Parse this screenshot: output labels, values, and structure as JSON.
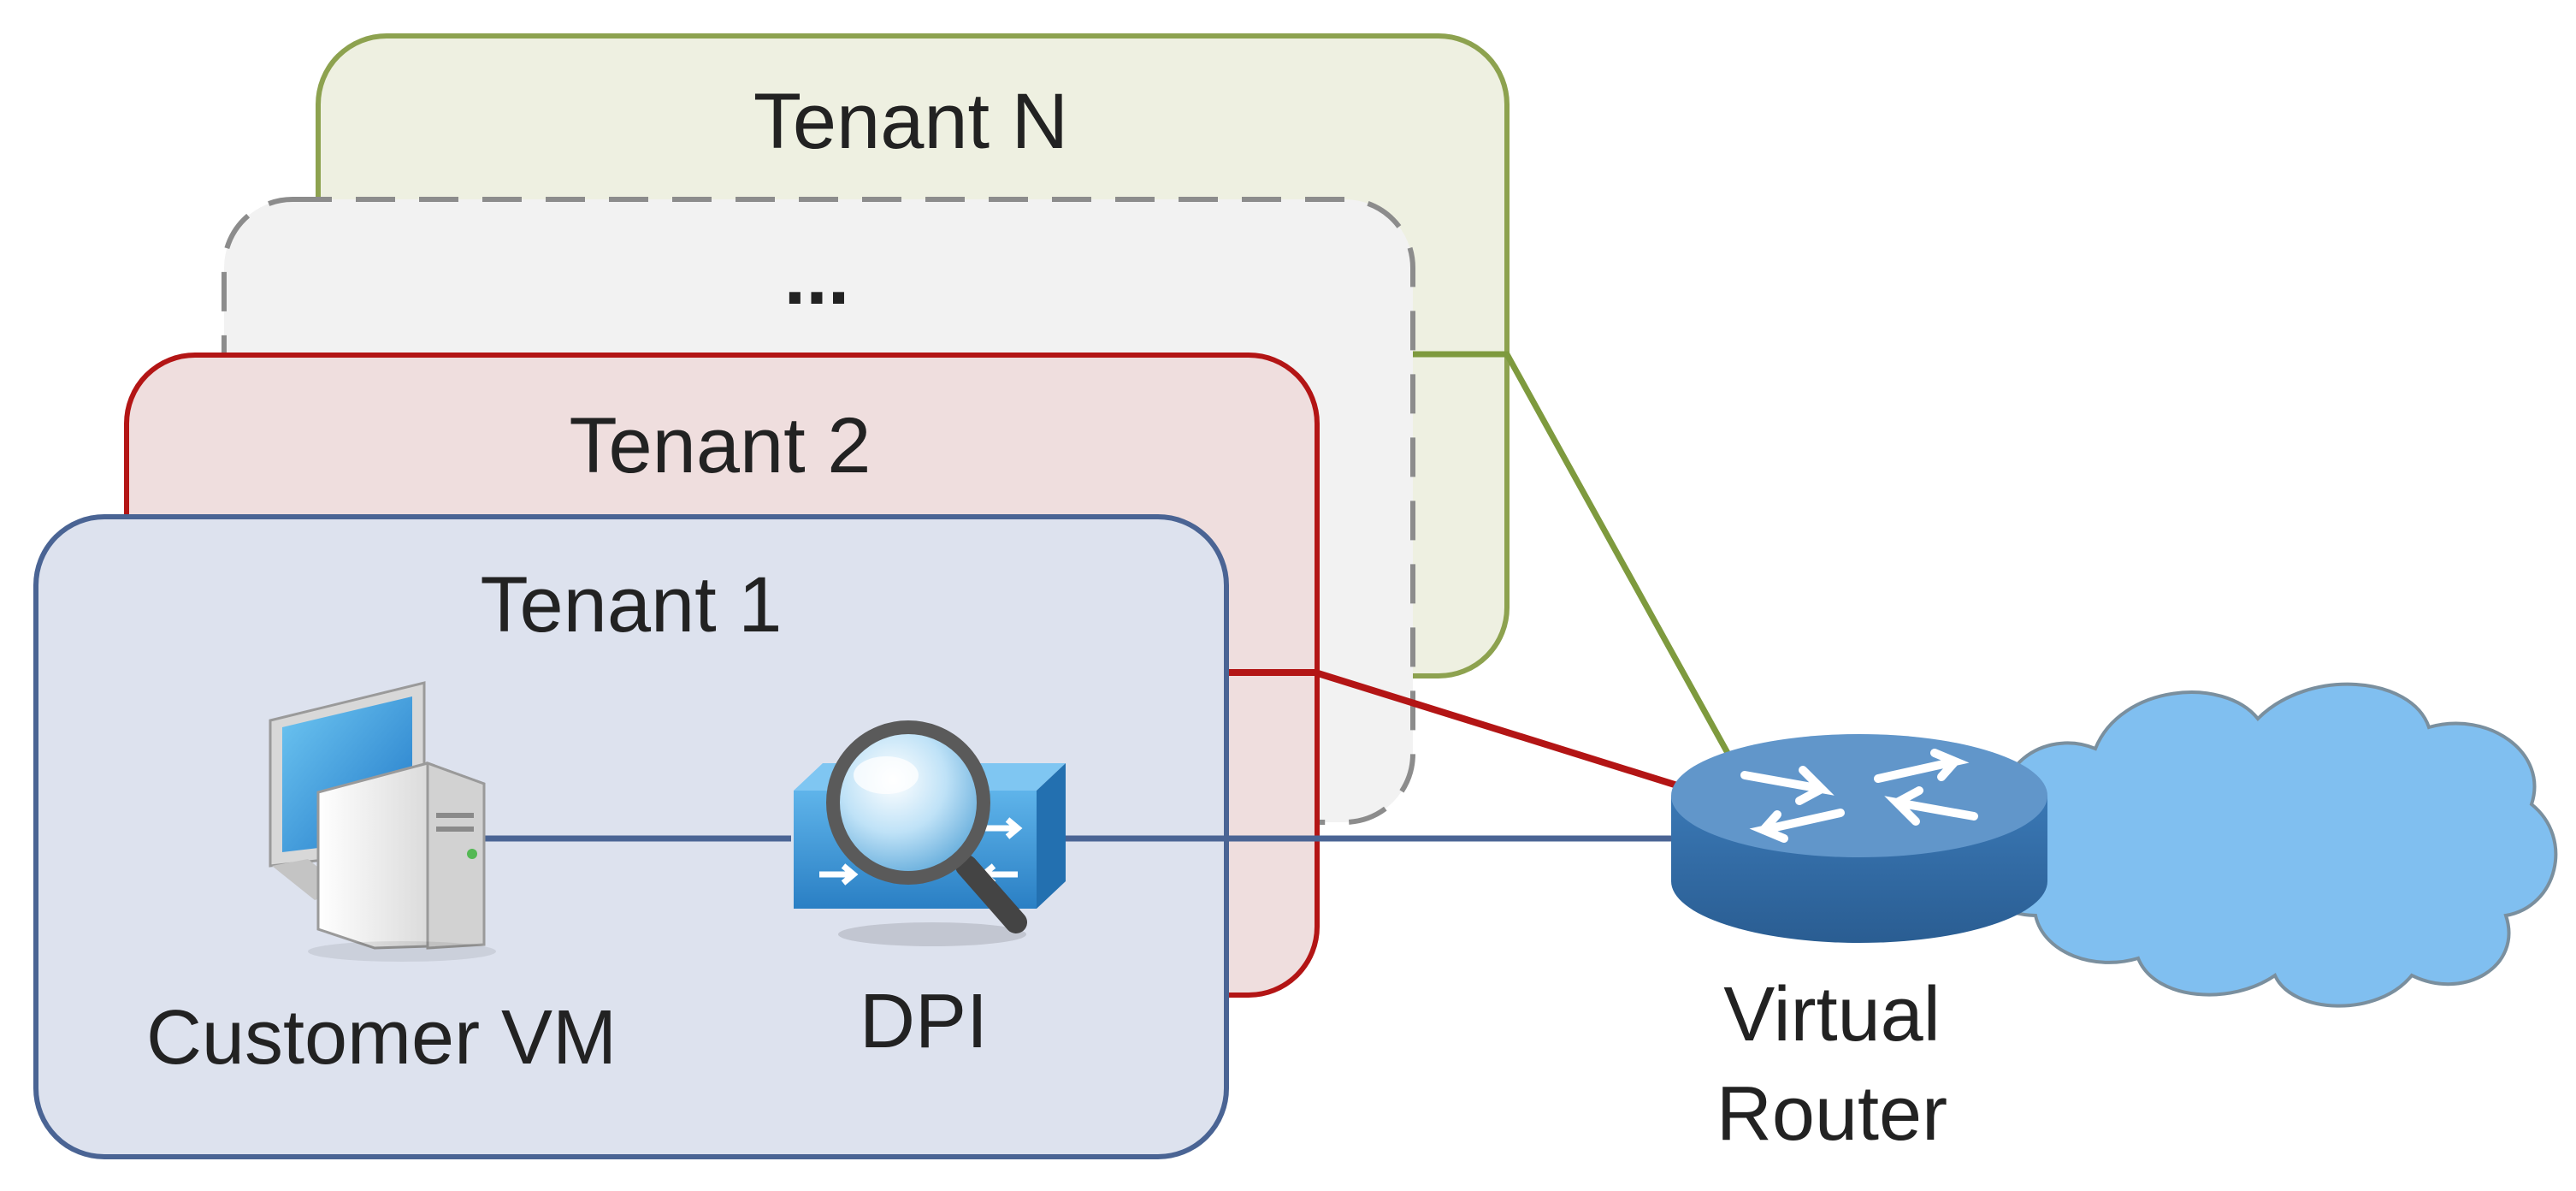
{
  "tenants": {
    "tenant_n": {
      "title": "Tenant N",
      "border": "#8da24f",
      "fill": "#eef0e1"
    },
    "ellipsis": {
      "title": "...",
      "border": "#8c8c8c",
      "fill": "#f2f2f2"
    },
    "tenant_2": {
      "title": "Tenant 2",
      "border": "#b31515",
      "fill": "#efdede"
    },
    "tenant_1": {
      "title": "Tenant 1",
      "border": "#4a6494",
      "fill": "#dde2ee"
    }
  },
  "nodes": {
    "customer_vm": {
      "label": "Customer VM",
      "icon": "desktop-computer-icon"
    },
    "dpi": {
      "label": "DPI",
      "icon": "magnifier-switch-icon"
    },
    "router": {
      "label_line1": "Virtual",
      "label_line2": "Router",
      "icon": "router-icon",
      "color": "#3f7fbf"
    },
    "cloud": {
      "icon": "cloud-icon",
      "color": "#80bff0"
    }
  },
  "links": {
    "tenant_n_color": "#7e9a3e",
    "tenant_2_color": "#b31515",
    "tenant_1_color": "#4a6494"
  }
}
